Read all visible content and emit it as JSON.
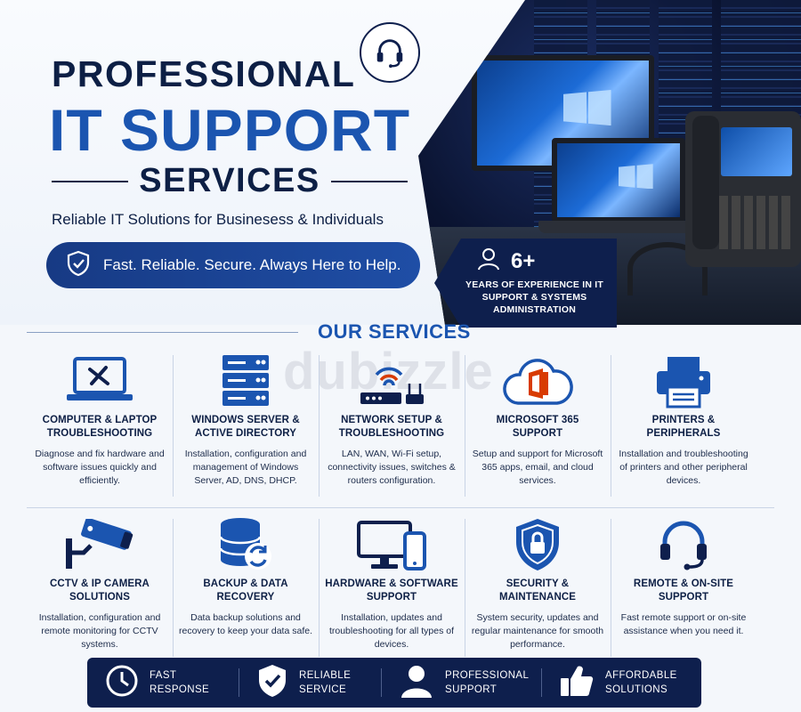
{
  "hero": {
    "title_line1": "PROFESSIONAL",
    "title_line2": "IT SUPPORT",
    "title_line3": "SERVICES",
    "tagline": "Reliable IT Solutions for Businesess & Individuals",
    "pill_text": "Fast. Reliable. Secure. Always Here to Help.",
    "pill_icon": "shield-check-icon",
    "header_icon": "headset-icon",
    "experience_value": "6+",
    "experience_text": "YEARS OF EXPERIENCE IN IT SUPPORT & SYSTEMS ADMINISTRATION",
    "experience_icon": "person-icon"
  },
  "section_title": "OUR SERVICES",
  "watermark": "dubizzle",
  "services_row1": [
    {
      "icon": "laptop-tools-icon",
      "title": "COMPUTER & LAPTOP TROUBLESHOOTING",
      "desc": "Diagnose and fix hardware and software issues quickly and efficiently."
    },
    {
      "icon": "server-icon",
      "title": "WINDOWS SERVER & ACTIVE DIRECTORY",
      "desc": "Installation, configuration and management of Windows Server, AD, DNS, DHCP."
    },
    {
      "icon": "router-wifi-icon",
      "title": "NETWORK SETUP & TROUBLESHOOTING",
      "desc": "LAN, WAN, Wi-Fi setup, connectivity issues, switches & routers configuration."
    },
    {
      "icon": "office-cloud-icon",
      "title": "MICROSOFT 365 SUPPORT",
      "desc": "Setup and support for Microsoft 365 apps, email, and cloud services."
    },
    {
      "icon": "printer-icon",
      "title": "PRINTERS & PERIPHERALS",
      "desc": "Installation and troubleshooting of printers and other peripheral devices."
    }
  ],
  "services_row2": [
    {
      "icon": "cctv-camera-icon",
      "title": "CCTV & IP CAMERA SOLUTIONS",
      "desc": "Installation, configuration and remote monitoring for CCTV systems."
    },
    {
      "icon": "database-sync-icon",
      "title": "BACKUP & DATA RECOVERY",
      "desc": "Data backup solutions and recovery to keep your data safe."
    },
    {
      "icon": "monitor-phone-icon",
      "title": "HARDWARE & SOFTWARE SUPPORT",
      "desc": "Installation, updates and troubleshooting for all types of devices."
    },
    {
      "icon": "shield-lock-icon",
      "title": "SECURITY & MAINTENANCE",
      "desc": "System security, updates and regular maintenance for smooth performance."
    },
    {
      "icon": "headset-icon",
      "title": "REMOTE & ON-SITE SUPPORT",
      "desc": "Fast remote support or on-site assistance when you need it."
    }
  ],
  "bottom_bar": [
    {
      "icon": "clock-icon",
      "line1": "FAST",
      "line2": "RESPONSE"
    },
    {
      "icon": "shield-check-icon",
      "line1": "RELIABLE",
      "line2": "SERVICE"
    },
    {
      "icon": "person-icon",
      "line1": "PROFESSIONAL",
      "line2": "SUPPORT"
    },
    {
      "icon": "thumbs-up-icon",
      "line1": "AFFORDABLE",
      "line2": "SOLUTIONS"
    }
  ],
  "colors": {
    "navy": "#0e1f4d",
    "blue": "#1b55b0",
    "office_red": "#d83b01"
  }
}
